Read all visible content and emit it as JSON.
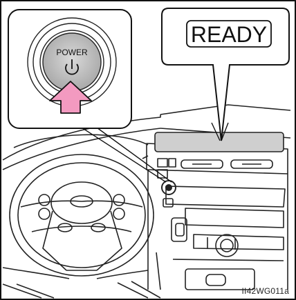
{
  "power_button": {
    "label": "POWER",
    "icon": "power-icon",
    "press_arrow_color": "#f39ac0"
  },
  "display_indicator": {
    "text": "READY"
  },
  "figure_code": "II42WG011a"
}
